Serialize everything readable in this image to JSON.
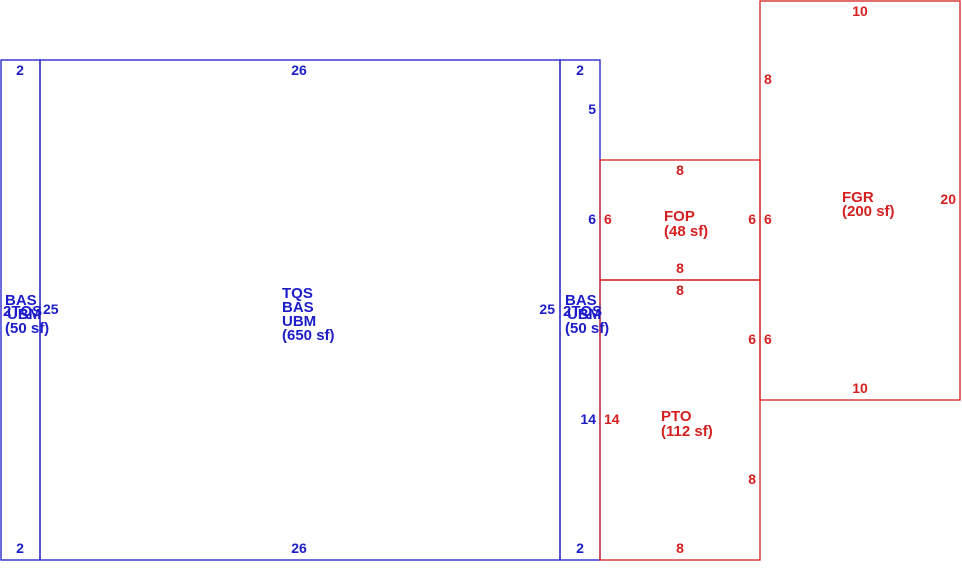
{
  "colors": {
    "living": "#1c1cc8",
    "other": "#d42020",
    "background": "#ffffff"
  },
  "areas": {
    "left_wing": {
      "line1": "BAS",
      "line2": "UBM",
      "line3": "(50 sf)",
      "overlap": "2TQS"
    },
    "main": {
      "line1": "TQS",
      "line2": "BAS",
      "line3": "UBM",
      "line4": "(650 sf)"
    },
    "right_wing": {
      "line1": "BAS",
      "line2": "UBM",
      "line3": "(50 sf)",
      "overlap": "2TQS"
    },
    "fop": {
      "line1": "FOP",
      "line2": "(48 sf)"
    },
    "pto": {
      "line1": "PTO",
      "line2": "(112 sf)"
    },
    "fgr": {
      "line1": "FGR",
      "line2": "(200 sf)"
    }
  },
  "dimensions": {
    "left_top": "2",
    "left_bottom": "2",
    "left_side": "25",
    "main_top": "26",
    "main_bottom": "26",
    "main_right": "25",
    "right_top": "2",
    "right_bottom": "2",
    "right_upper": "5",
    "right_mid": "6",
    "right_lower": "14",
    "fop_top": "8",
    "fop_bottom": "8",
    "fop_left": "6",
    "fop_right": "6",
    "pto_top": "8",
    "pto_bottom": "8",
    "pto_left": "14",
    "pto_right_upper": "6",
    "pto_right_lower": "8",
    "fgr_top": "10",
    "fgr_bottom": "10",
    "fgr_left_upper": "8",
    "fgr_left_mid": "6",
    "fgr_left_lower": "6",
    "fgr_right": "20"
  }
}
